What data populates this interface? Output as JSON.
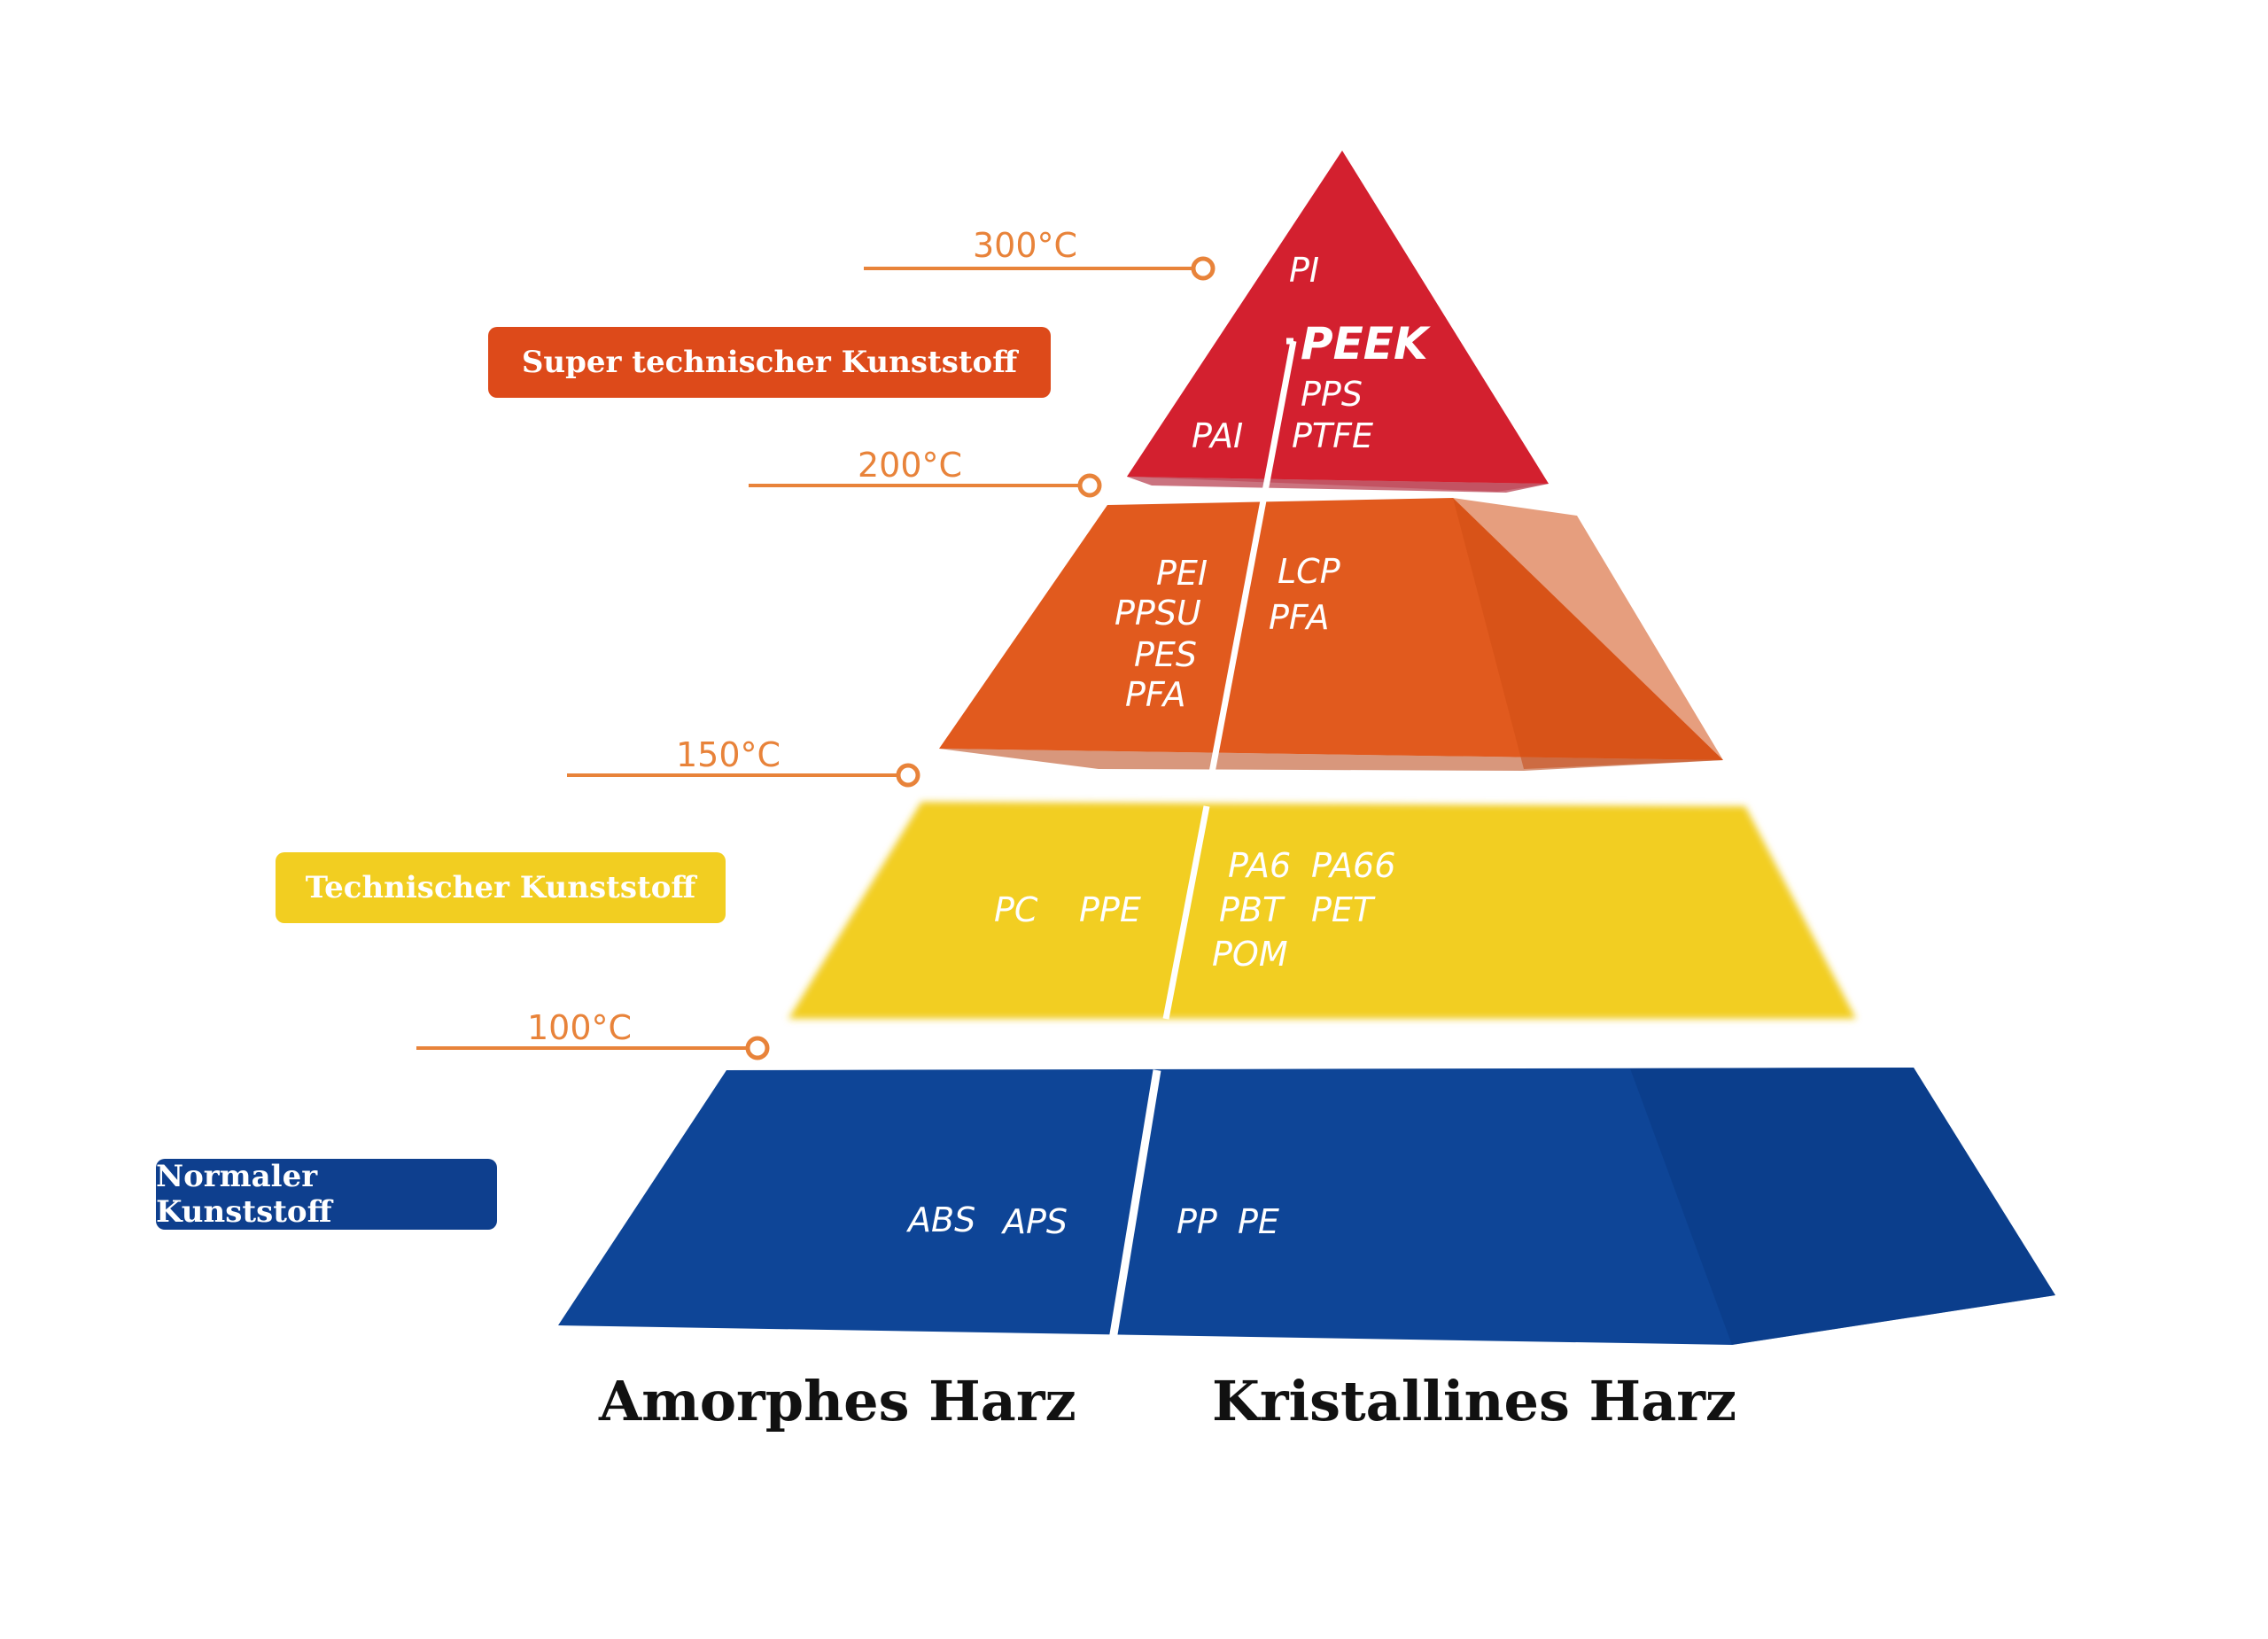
{
  "colors": {
    "super": "#D92330",
    "super_side": "#C81E2E",
    "high": "#E15A1E",
    "high_side": "#D24F14",
    "technical": "#F2CE21",
    "normal": "#0E4597",
    "normal_side": "#0A3A85",
    "temp_line": "#E8833A",
    "label_super_bg": "#DD4A1A",
    "label_technical_bg": "#F2CE21",
    "label_normal_bg": "#0E3F8E"
  },
  "temperatures": {
    "t300": "300°C",
    "t200": "200°C",
    "t150": "150°C",
    "t100": "100°C"
  },
  "categories": {
    "super": "Super technischer Kunststoff",
    "technical": "Technischer Kunststoff",
    "normal": "Normaler Kunststoff"
  },
  "axis": {
    "amorphous": "Amorphes Harz",
    "crystalline": "Kristallines Harz"
  },
  "materials": {
    "top": {
      "pi": "PI",
      "peek": "PEEK",
      "pps": "PPS",
      "ptfe": "PTFE",
      "pai": "PAI"
    },
    "high": {
      "amorphous": [
        "PEI",
        "PPSU",
        "PES",
        "PFA"
      ],
      "crystalline": [
        "LCP",
        "PFA"
      ]
    },
    "technical": {
      "amorphous": [
        "PC",
        "PPE"
      ],
      "crystalline_row1": [
        "PA6",
        "PA66"
      ],
      "crystalline_row2": [
        "PBT",
        "PET"
      ],
      "crystalline_row3": [
        "POM"
      ]
    },
    "normal": {
      "amorphous": [
        "ABS",
        "APS"
      ],
      "crystalline": [
        "PP",
        "PE"
      ]
    }
  }
}
